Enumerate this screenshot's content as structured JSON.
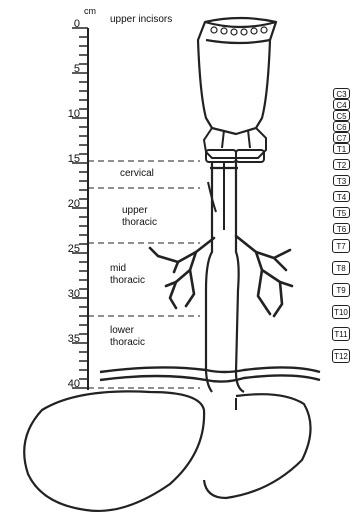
{
  "ruler": {
    "unit": "cm",
    "top_label": "upper incisors",
    "marks": [
      "0",
      "5",
      "10",
      "15",
      "20",
      "25",
      "30",
      "35",
      "40"
    ]
  },
  "zones": [
    {
      "id": "cervical",
      "lines": [
        "cervical"
      ]
    },
    {
      "id": "upper-thoracic",
      "lines": [
        "upper",
        "thoracic"
      ]
    },
    {
      "id": "mid-thoracic",
      "lines": [
        "mid",
        "thoracic"
      ]
    },
    {
      "id": "lower-thoracic",
      "lines": [
        "lower",
        "thoracic"
      ]
    }
  ],
  "vertebrae": [
    "C3",
    "C4",
    "C5",
    "C6",
    "C7",
    "T1",
    "T2",
    "T3",
    "T4",
    "T5",
    "T6",
    "T7",
    "T8",
    "T9",
    "T10",
    "T11",
    "T12"
  ],
  "colors": {
    "ink": "#222222",
    "background": "#ffffff"
  }
}
